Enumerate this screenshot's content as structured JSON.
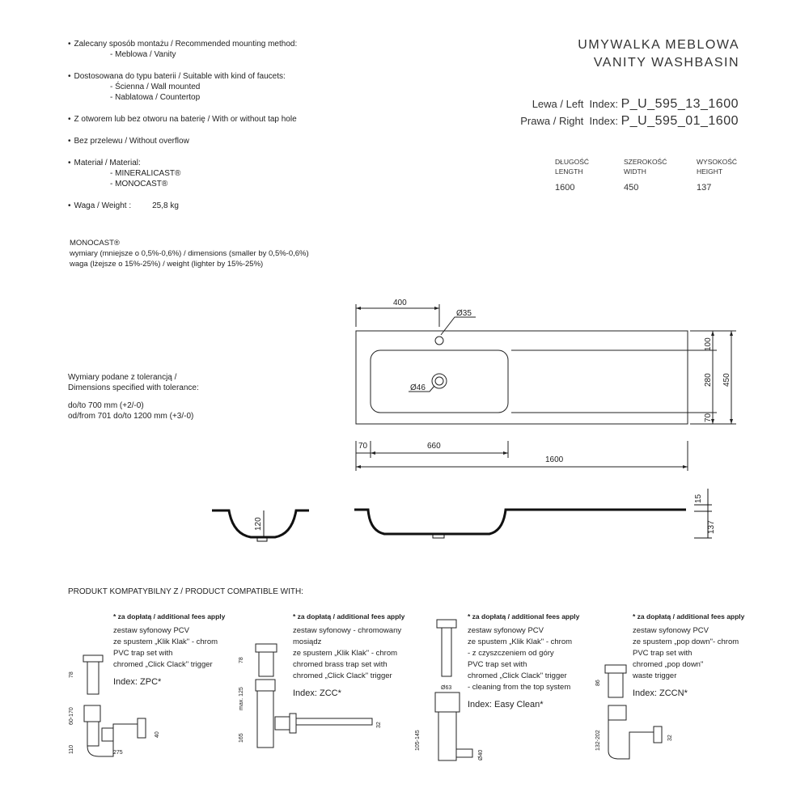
{
  "specs": {
    "mounting_label": "Zalecany sposób montażu / Recommended mounting method:",
    "mounting_values": [
      "- Meblowa / Vanity"
    ],
    "faucet_label": "Dostosowana do typu baterii / Suitable with kind of faucets:",
    "faucet_values": [
      "- Ścienna / Wall mounted",
      "- Nablatowa / Countertop"
    ],
    "taphole": "Z otworem lub bez otworu na baterię / With or without tap hole",
    "overflow": "Bez przelewu / Without overflow",
    "material_label": "Materiał / Material:",
    "material_values": [
      "- MINERALICAST®",
      "- MONOCAST®"
    ],
    "weight_label": "Waga / Weight :",
    "weight_value": "25,8 kg"
  },
  "monocast": {
    "title": "MONOCAST®",
    "line1": "wymiary (mniejsze o 0,5%-0,6%) / dimensions (smaller by 0,5%-0,6%)",
    "line2": "waga (lżejsze o 15%-25%) / weight (lighter by 15%-25%)"
  },
  "tolerance": {
    "line1": "Wymiary podane z tolerancją /",
    "line2": "Dimensions specified with tolerance:",
    "line3": "do/to 700 mm (+2/-0)",
    "line4": "od/from 701 do/to 1200 mm (+3/-0)"
  },
  "header": {
    "title_pl": "UMYWALKA MEBLOWA",
    "title_en": "VANITY WASHBASIN",
    "left_label": "Lewa / Left",
    "right_label": "Prawa / Right",
    "index_word": "Index:",
    "left_code": "P_U_595_13_1600",
    "right_code": "P_U_595_01_1600"
  },
  "dimensions": [
    {
      "pl": "DŁUGOŚĆ",
      "en": "LENGTH",
      "value": "1600"
    },
    {
      "pl": "SZEROKOŚĆ",
      "en": "WIDTH",
      "value": "450"
    },
    {
      "pl": "WYSOKOŚĆ",
      "en": "HEIGHT",
      "value": "137"
    }
  ],
  "drawing": {
    "d400": "400",
    "d35": "Ø35",
    "d46": "Ø46",
    "d100": "100",
    "d280": "280",
    "d70v": "70",
    "d450": "450",
    "d70h": "70",
    "d660": "660",
    "d1600": "1600",
    "d120": "120",
    "d15": "15",
    "d137": "137"
  },
  "compat": {
    "heading": "PRODUKT KOMPATYBILNY Z / PRODUCT COMPATIBLE WITH:",
    "products": [
      {
        "fee": "* za dopłatą / additional fees apply",
        "lines": [
          "zestaw syfonowy PCV",
          "ze spustem „Klik Klak\" - chrom",
          "PVC trap set with",
          "chromed „Click Clack\" trigger"
        ],
        "index": "Index: ZPC*",
        "dims": [
          "78",
          "60-170",
          "110",
          "275",
          "40"
        ]
      },
      {
        "fee": "* za dopłatą / additional fees apply",
        "lines": [
          "zestaw syfonowy - chromowany",
          "mosiądz",
          "ze spustem „Klik Klak\" - chrom",
          "chromed brass trap set with",
          "chromed „Click Clack\" trigger"
        ],
        "index": "Index: ZCC*",
        "dims": [
          "78",
          "max. 125",
          "165",
          "32"
        ]
      },
      {
        "fee": "* za dopłatą / additional fees apply",
        "lines": [
          "zestaw syfonowy PCV",
          "ze spustem „Klik Klak\" - chrom",
          "- z czyszczeniem od góry",
          "PVC trap set with",
          "chromed „Click Clack\" trigger",
          "- cleaning from the top system"
        ],
        "index": "Index: Easy Clean*",
        "dims": [
          "Ø63",
          "105-145",
          "Ø40"
        ]
      },
      {
        "fee": "* za dopłatą / additional fees apply",
        "lines": [
          "zestaw syfonowy PCV",
          "ze spustem „pop down\"- chrom",
          "PVC trap set with",
          "chromed „pop down\"",
          "waste trigger"
        ],
        "index": "Index: ZCCN*",
        "dims": [
          "86",
          "132-202",
          "32"
        ]
      }
    ]
  }
}
